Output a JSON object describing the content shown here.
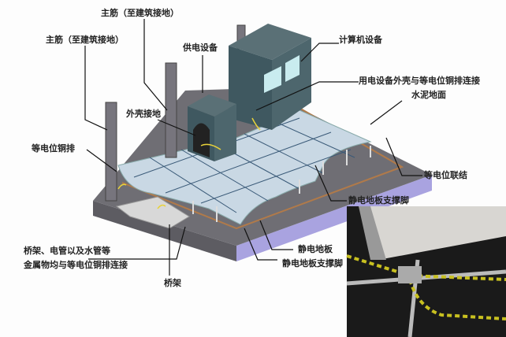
{
  "labels": {
    "rebar_1": "主筋（至建筑接地）",
    "rebar_2": "主筋（至建筑接地）",
    "power_supply": "供电设备",
    "computer": "计算机设备",
    "equipment_bonding": "用电设备外壳与等电位铜排连接",
    "cement_floor": "水泥地面",
    "enclosure_ground": "外壳接地",
    "copper_bar": "等电位铜排",
    "equipotential_bonding": "等电位联结",
    "floor_support_1": "静电地板支撑脚",
    "metal_bonding_line1": "桥架、电管以及水管等",
    "metal_bonding_line2": "金属物均与等电位铜排连接",
    "cable_tray": "桥架",
    "antistatic_floor": "静电地板",
    "floor_support_2": "静电地板支撑脚"
  },
  "colors": {
    "slab_top": "#6f6e74",
    "slab_side": "#a9a3e0",
    "floor_tile": "#c9d8e4",
    "cabinet": "#3f5860",
    "copper": "#b07a4a",
    "ground_wire": "#e8d23a"
  }
}
